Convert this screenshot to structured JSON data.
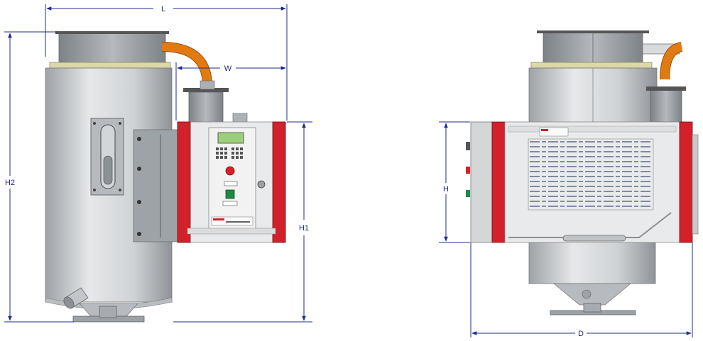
{
  "dimensions": {
    "left_view": {
      "L": "L",
      "W": "W",
      "H1": "H1",
      "H2": "H2"
    },
    "right_view": {
      "H": "H",
      "D": "D"
    }
  },
  "colors": {
    "dimension_line": "#1f2a8f",
    "frame_red": "#d2212a",
    "hose_orange": "#e27a12",
    "body_metal": "#c9cccf",
    "display_green": "#9ccf7a"
  }
}
